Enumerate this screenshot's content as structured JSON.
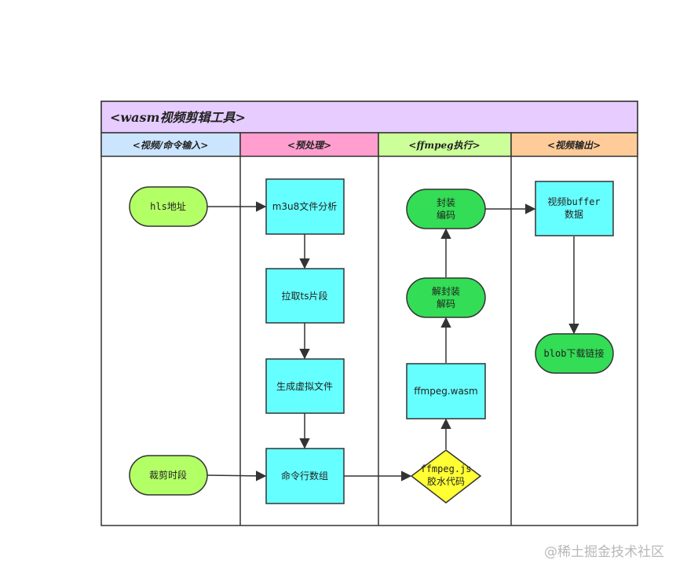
{
  "diagram": {
    "title": "<wasm视频剪辑工具>",
    "lanes": [
      {
        "label": "<视频/命令输入>",
        "color": "#cce5ff"
      },
      {
        "label": "<预处理>",
        "color": "#ff9ecf"
      },
      {
        "label": "<ffmpeg执行>",
        "color": "#ccff99"
      },
      {
        "label": "<视频输出>",
        "color": "#ffcc99"
      }
    ],
    "header_color": "#e6ccff",
    "nodes": {
      "hls": {
        "line1": "hls地址",
        "shape": "terminator",
        "color": "#b3ff66"
      },
      "clip_time": {
        "line1": "裁剪时段",
        "shape": "terminator",
        "color": "#b3ff66"
      },
      "m3u8_parse": {
        "line1": "m3u8文件分析",
        "shape": "process",
        "color": "#66ffff"
      },
      "pull_ts": {
        "line1": "拉取ts片段",
        "shape": "process",
        "color": "#66ffff"
      },
      "gen_vfile": {
        "line1": "生成虚拟文件",
        "shape": "process",
        "color": "#66ffff"
      },
      "cmd_array": {
        "line1": "命令行数组",
        "shape": "process",
        "color": "#66ffff"
      },
      "glue": {
        "line1": "ffmpeg.js",
        "line2": "胶水代码",
        "shape": "decision",
        "color": "#ffff33"
      },
      "wasm": {
        "line1": "ffmpeg.wasm",
        "shape": "process",
        "color": "#66ffff"
      },
      "demux": {
        "line1": "解封装",
        "line2": "解码",
        "shape": "terminator",
        "color": "#33dd55"
      },
      "mux": {
        "line1": "封装",
        "line2": "编码",
        "shape": "terminator",
        "color": "#33dd55"
      },
      "buffer": {
        "line1": "视频buffer",
        "line2": "数据",
        "shape": "process",
        "color": "#66ffff"
      },
      "blob": {
        "line1": "blob下载链接",
        "shape": "terminator",
        "color": "#33dd55"
      }
    },
    "edges": [
      {
        "from": "hls",
        "to": "m3u8_parse"
      },
      {
        "from": "m3u8_parse",
        "to": "pull_ts"
      },
      {
        "from": "pull_ts",
        "to": "gen_vfile"
      },
      {
        "from": "gen_vfile",
        "to": "cmd_array"
      },
      {
        "from": "clip_time",
        "to": "cmd_array"
      },
      {
        "from": "cmd_array",
        "to": "glue"
      },
      {
        "from": "glue",
        "to": "wasm"
      },
      {
        "from": "wasm",
        "to": "demux"
      },
      {
        "from": "demux",
        "to": "mux"
      },
      {
        "from": "mux",
        "to": "buffer"
      },
      {
        "from": "buffer",
        "to": "blob"
      }
    ]
  },
  "watermark": "@稀土掘金技术社区"
}
